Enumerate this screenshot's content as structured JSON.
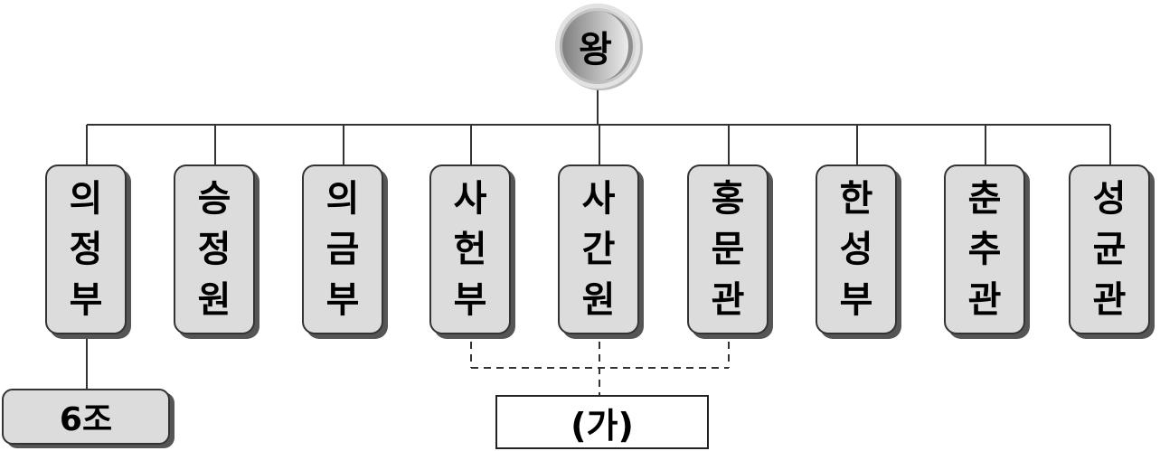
{
  "king": {
    "label": "왕"
  },
  "offices": [
    {
      "chars": [
        "의",
        "정",
        "부"
      ]
    },
    {
      "chars": [
        "승",
        "정",
        "원"
      ]
    },
    {
      "chars": [
        "의",
        "금",
        "부"
      ]
    },
    {
      "chars": [
        "사",
        "헌",
        "부"
      ]
    },
    {
      "chars": [
        "사",
        "간",
        "원"
      ]
    },
    {
      "chars": [
        "홍",
        "문",
        "관"
      ]
    },
    {
      "chars": [
        "한",
        "성",
        "부"
      ]
    },
    {
      "chars": [
        "춘",
        "추",
        "관"
      ]
    },
    {
      "chars": [
        "성",
        "균",
        "관"
      ]
    }
  ],
  "sub_office": {
    "label": "6조"
  },
  "group_box": {
    "label": "(가)"
  }
}
